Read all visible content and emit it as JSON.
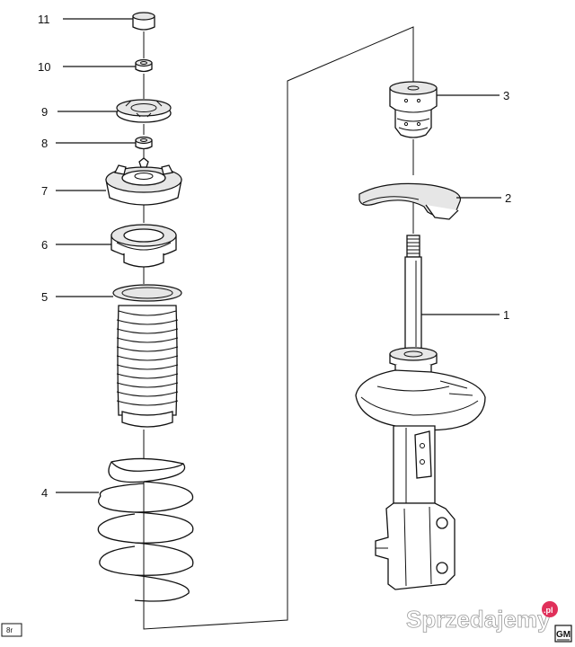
{
  "callouts": [
    {
      "id": "11",
      "label": "11"
    },
    {
      "id": "10",
      "label": "10"
    },
    {
      "id": "9",
      "label": "9"
    },
    {
      "id": "8",
      "label": "8"
    },
    {
      "id": "7",
      "label": "7"
    },
    {
      "id": "6",
      "label": "6"
    },
    {
      "id": "5",
      "label": "5"
    },
    {
      "id": "4",
      "label": "4"
    },
    {
      "id": "3",
      "label": "3"
    },
    {
      "id": "2",
      "label": "2"
    },
    {
      "id": "1",
      "label": "1"
    }
  ],
  "corner_tag": "8r",
  "watermark": {
    "text": "Sprzedajemy",
    "suffix": ".pl"
  },
  "brand_logo": "GM"
}
